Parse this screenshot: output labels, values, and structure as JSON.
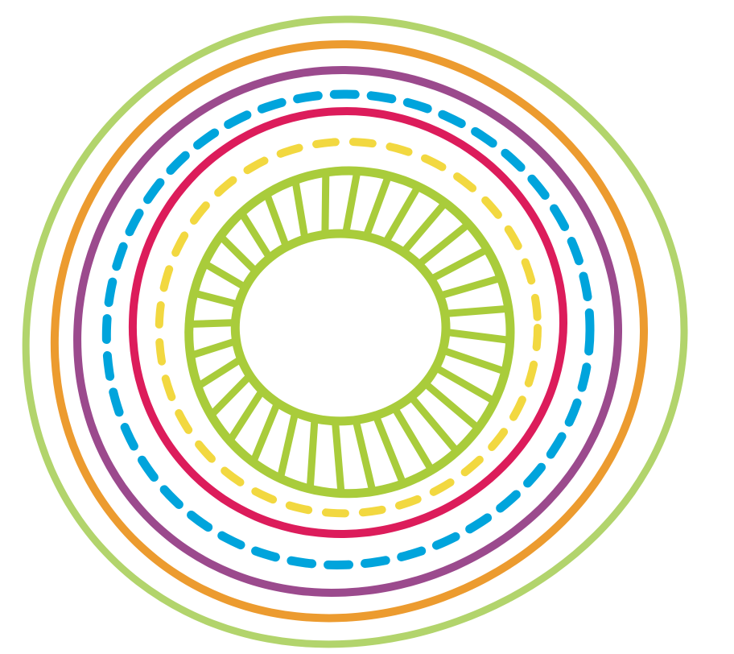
{
  "artwork": {
    "rings": [
      {
        "id": "outer-green",
        "color": "#b2d46c",
        "style": "solid"
      },
      {
        "id": "orange",
        "color": "#ec9b2f",
        "style": "solid"
      },
      {
        "id": "purple",
        "color": "#9b4a8d",
        "style": "solid"
      },
      {
        "id": "blue",
        "color": "#00a4dc",
        "style": "dashed"
      },
      {
        "id": "red",
        "color": "#dc1c5b",
        "style": "solid"
      },
      {
        "id": "yellow",
        "color": "#f2d840",
        "style": "dashed"
      },
      {
        "id": "inner-green-outer",
        "color": "#a9cc3b",
        "style": "solid"
      },
      {
        "id": "inner-green-inner",
        "color": "#a9cc3b",
        "style": "solid"
      }
    ],
    "spoke_color": "#a9cc3b",
    "spoke_count": 32
  }
}
